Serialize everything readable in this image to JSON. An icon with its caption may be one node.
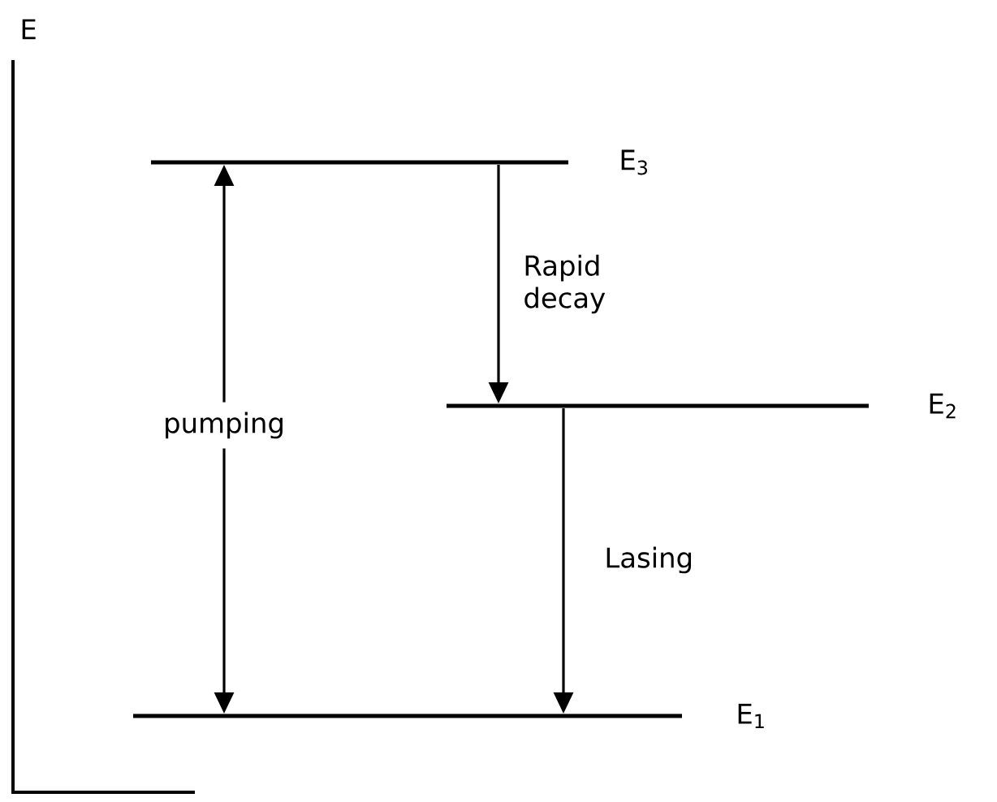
{
  "diagram": {
    "nodes": [
      {
        "text": [
          "E$_{3}$"
        ]
      },
      {
        "text": [
          "E$_{2}$"
        ]
      },
      {
        "text": [
          "E$_{1}$"
        ]
      }
    ],
    "edges": [
      {
        "from": 2,
        "to": 0,
        "arrow": "both",
        "label": "pumping"
      },
      {
        "from": 0,
        "to": 1,
        "arrow": "to",
        "label": "Rapid decay"
      },
      {
        "from": 1,
        "to": 2,
        "arrow": "to",
        "label": "Lasing"
      }
    ],
    "labels": [
      "E"
    ]
  }
}
